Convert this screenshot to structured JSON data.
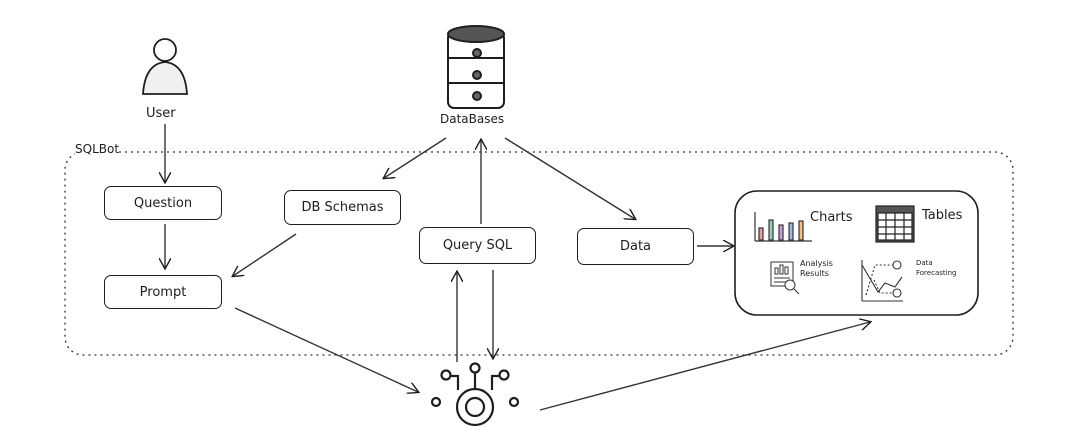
{
  "actors": {
    "user": "User",
    "databases": "DataBases"
  },
  "container": {
    "label": "SQLBot"
  },
  "nodes": {
    "question": "Question",
    "prompt": "Prompt",
    "db_schemas": "DB Schemas",
    "query_sql": "Query SQL",
    "data": "Data"
  },
  "outputs": {
    "charts": "Charts",
    "tables": "Tables",
    "analysis_line1": "Analysis",
    "analysis_line2": "Results",
    "forecast_line1": "Data",
    "forecast_line2": "Forecasting"
  },
  "icons": [
    "user-icon",
    "database-icon",
    "bar-chart-icon",
    "table-icon",
    "analysis-report-icon",
    "forecast-chart-icon",
    "llm-gear-icon"
  ],
  "colors": {
    "stroke": "#1e1e1e",
    "bars": [
      "#e8a0a0",
      "#8fd1b5",
      "#c9a0e0",
      "#9ab8e8",
      "#f0c080"
    ]
  }
}
